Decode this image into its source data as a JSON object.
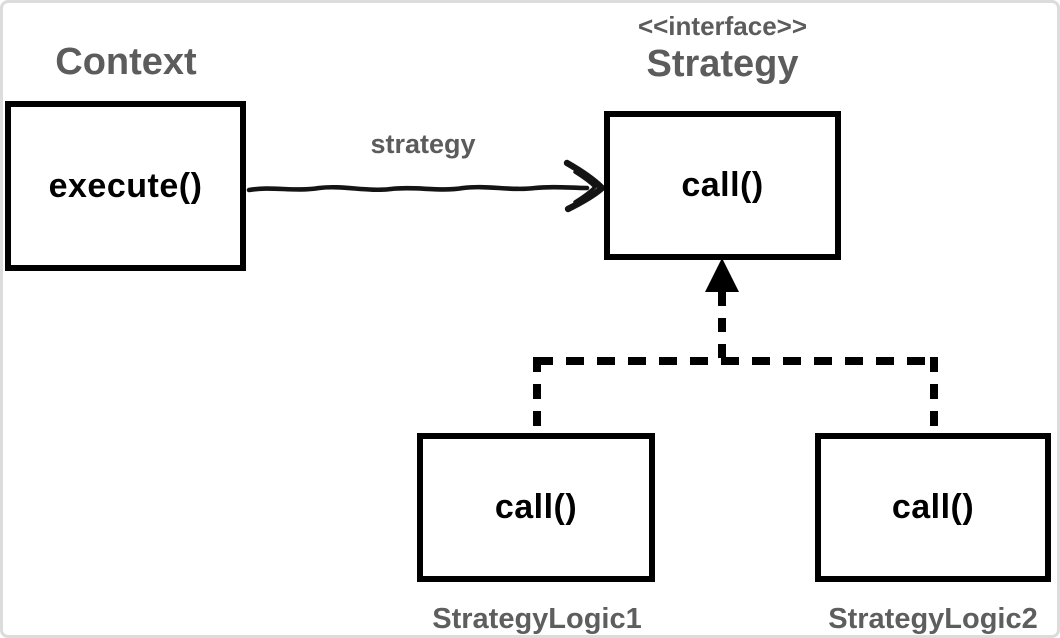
{
  "context": {
    "title": "Context",
    "method": "execute()"
  },
  "strategy": {
    "stereotype": "<<interface>>",
    "title": "Strategy",
    "method": "call()"
  },
  "association": {
    "label": "strategy"
  },
  "implementations": [
    {
      "title": "StrategyLogic1",
      "method": "call()"
    },
    {
      "title": "StrategyLogic2",
      "method": "call()"
    }
  ],
  "colors": {
    "label_gray": "#5c5c5c",
    "box_border": "#000000",
    "arrow_black": "#141414",
    "background": "#ffffff",
    "frame_border": "#dcdcdc"
  }
}
